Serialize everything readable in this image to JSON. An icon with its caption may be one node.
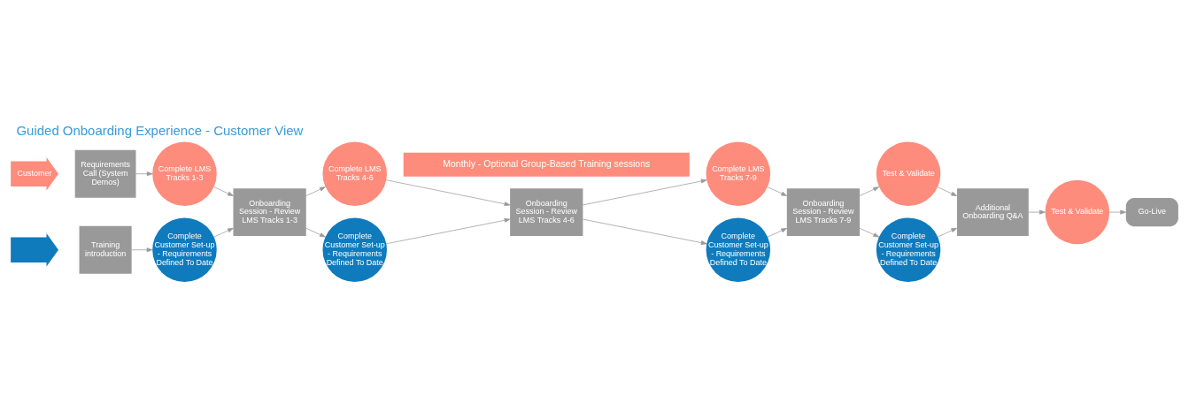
{
  "diagram": {
    "title": "Guided Onboarding Experience - Customer View",
    "nodes": [
      {
        "text": [
          "Monthly - Optional Group-Based Training sessions"
        ]
      },
      {
        "text": [
          "Customer"
        ]
      },
      {
        "text": [],
        "shape": "arrow"
      },
      {
        "text": [
          "Requirements Call (System Demos)"
        ]
      },
      {
        "text": [
          "Training introduction"
        ]
      },
      {
        "text": [
          "Complete LMS Tracks 1-3"
        ]
      },
      {
        "text": [
          "Complete Customer Set-up - Requirements Defined To Date"
        ]
      },
      {
        "text": [
          "Onboarding Session - Review LMS Tracks 1-3"
        ]
      },
      {
        "text": [
          "Complete LMS Tracks 4-6"
        ]
      },
      {
        "text": [
          "Complete Customer Set-up - Requirements Defined To Date"
        ]
      },
      {
        "text": [
          "Onboarding Session - Review LMS Tracks 4-6"
        ]
      },
      {
        "text": [
          "Complete LMS Tracks 7-9"
        ]
      },
      {
        "text": [
          "Complete Customer Set-up - Requirements Defined To Date"
        ]
      },
      {
        "text": [
          "Onboarding Session - Review LMS Tracks 7-9"
        ]
      },
      {
        "text": [
          "Test & Validate"
        ]
      },
      {
        "text": [
          "Complete Customer Set-up - Requirements Defined To Date"
        ]
      },
      {
        "text": [
          "Additional Onboarding Q&A"
        ]
      },
      {
        "text": [
          "Test & Validate"
        ]
      },
      {
        "text": [
          "Go-Live"
        ]
      }
    ],
    "edges": [
      {
        "from": 3,
        "to": 5,
        "arrow": "to"
      },
      {
        "from": 4,
        "to": 6,
        "arrow": "to"
      },
      {
        "from": 5,
        "to": 7,
        "arrow": "to"
      },
      {
        "from": 6,
        "to": 7,
        "arrow": "to"
      },
      {
        "from": 7,
        "to": 8,
        "arrow": "to"
      },
      {
        "from": 7,
        "to": 9,
        "arrow": "to"
      },
      {
        "from": 8,
        "to": 10,
        "arrow": "to"
      },
      {
        "from": 9,
        "to": 10,
        "arrow": "to"
      },
      {
        "from": 10,
        "to": 11,
        "arrow": "to"
      },
      {
        "from": 10,
        "to": 12,
        "arrow": "to"
      },
      {
        "from": 11,
        "to": 13,
        "arrow": "to"
      },
      {
        "from": 12,
        "to": 13,
        "arrow": "to"
      },
      {
        "from": 13,
        "to": 14,
        "arrow": "to"
      },
      {
        "from": 13,
        "to": 15,
        "arrow": "to"
      },
      {
        "from": 14,
        "to": 16,
        "arrow": "to"
      },
      {
        "from": 15,
        "to": 16,
        "arrow": "to"
      },
      {
        "from": 16,
        "to": 17,
        "arrow": "to"
      },
      {
        "from": 17,
        "to": 18,
        "arrow": "to"
      }
    ]
  }
}
